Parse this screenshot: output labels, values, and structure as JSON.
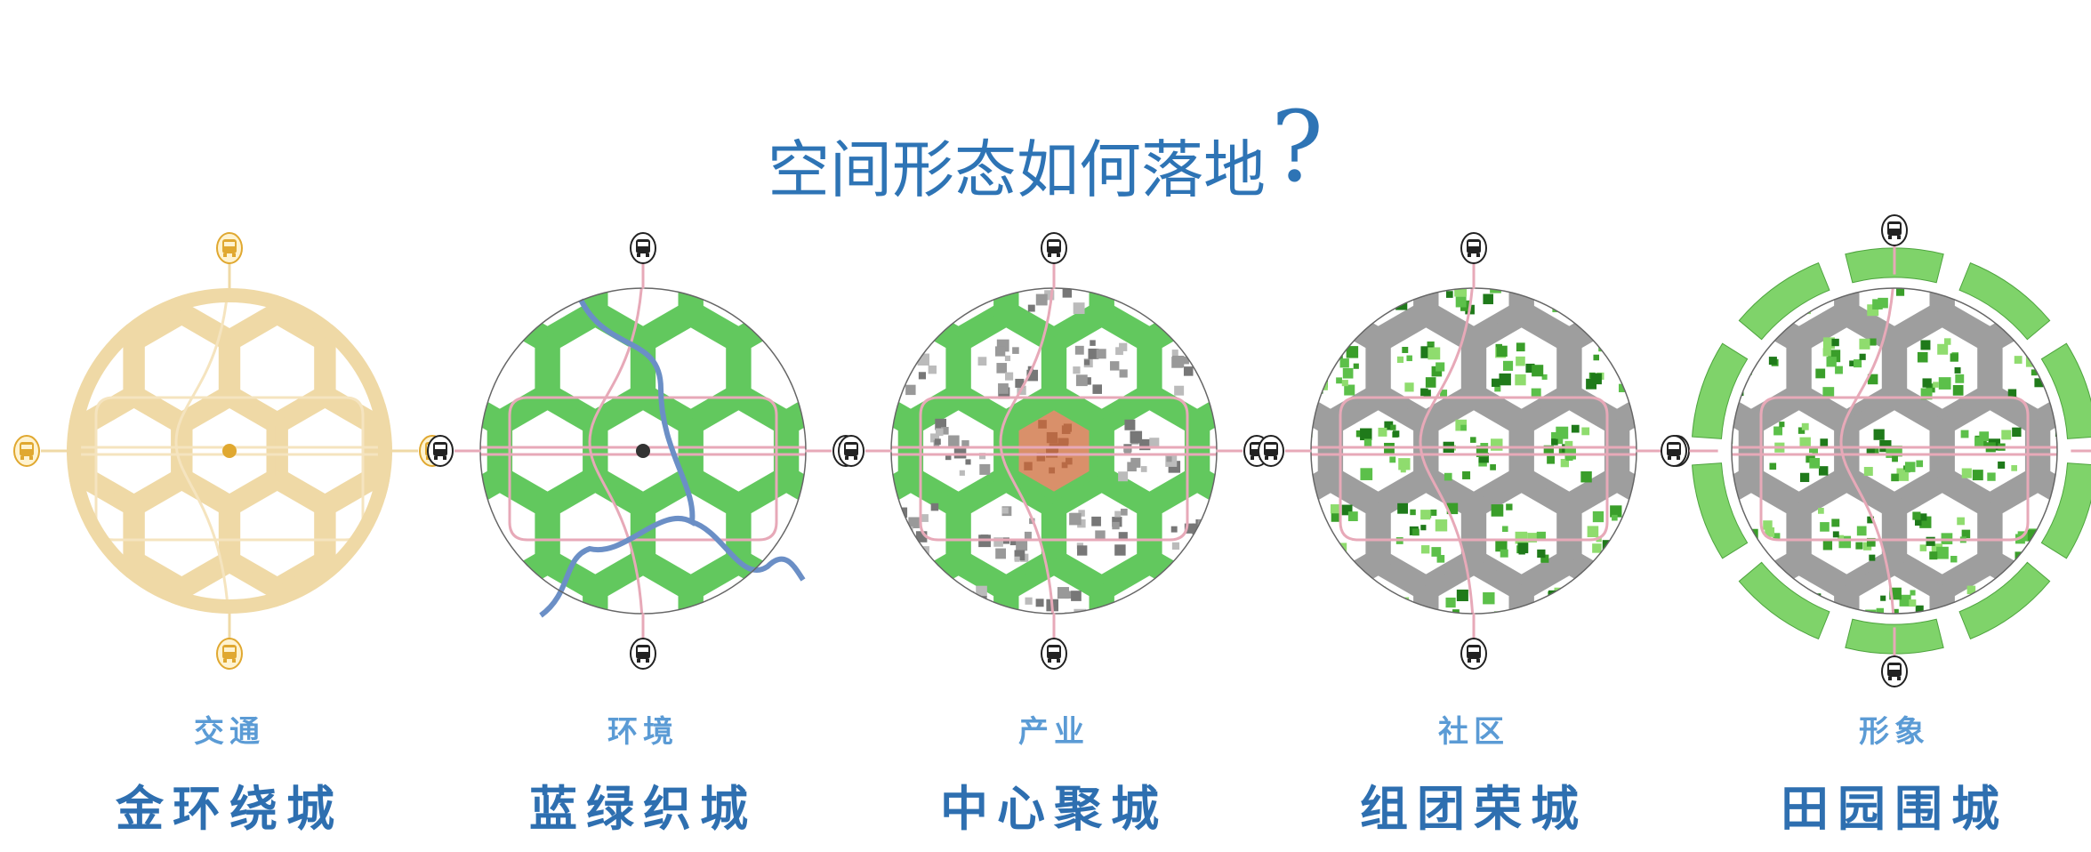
{
  "title": {
    "text": "空间形态如何落地",
    "mark": "?"
  },
  "colors": {
    "title": "#2e74b5",
    "category": "#5b9bd5",
    "name": "#2e6fb0",
    "gold": "#efd9a6",
    "green": "#62c85e",
    "river": "#6b8fc6",
    "rail": "#e7a9b8",
    "gray": "#9e9e9e",
    "orange": "#d9906a"
  },
  "items": [
    {
      "category": "交通",
      "name": "金环绕城",
      "style": "transit",
      "icon": "bus-icon"
    },
    {
      "category": "环境",
      "name": "蓝绿织城",
      "style": "environment",
      "icon": "bus-icon"
    },
    {
      "category": "产业",
      "name": "中心聚城",
      "style": "industry",
      "icon": "bus-icon"
    },
    {
      "category": "社区",
      "name": "组团荣城",
      "style": "community",
      "icon": "bus-icon"
    },
    {
      "category": "形象",
      "name": "田园围城",
      "style": "image",
      "icon": "bus-icon"
    }
  ]
}
